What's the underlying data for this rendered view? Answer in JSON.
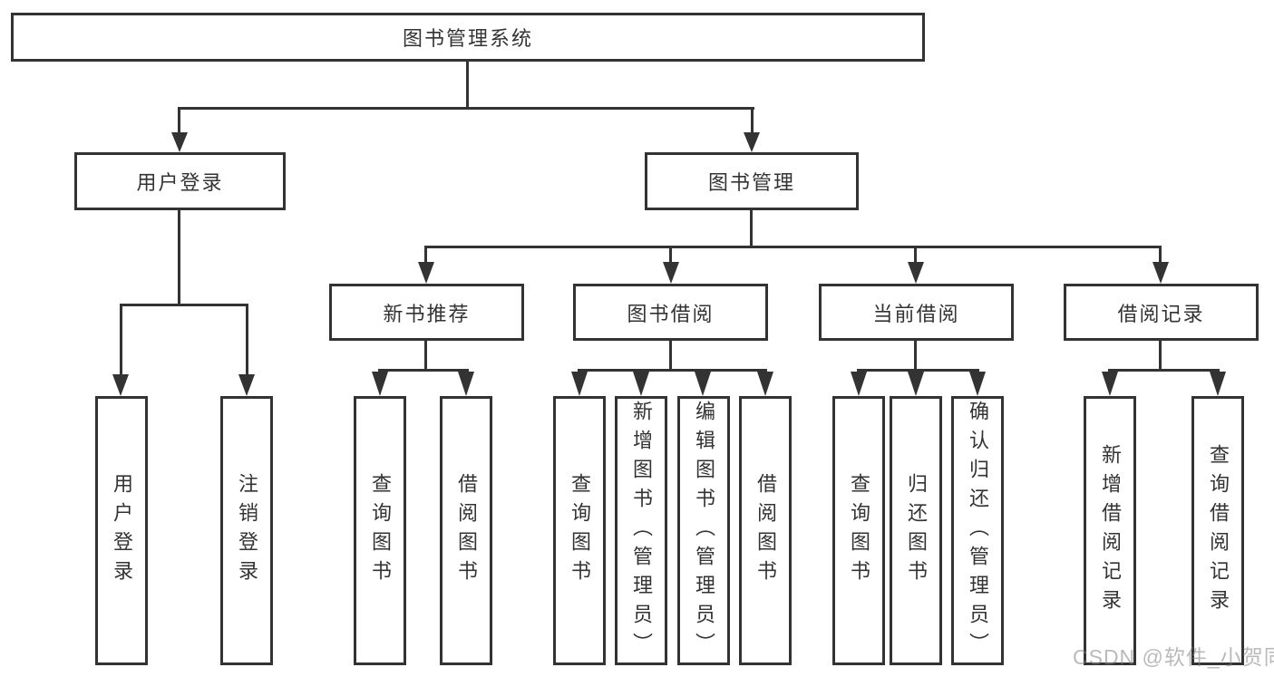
{
  "diagram": {
    "root": {
      "label": "图书管理系统"
    },
    "branches": [
      {
        "label": "用户登录",
        "children": [
          {
            "label": "用户登录"
          },
          {
            "label": "注销登录"
          }
        ]
      },
      {
        "label": "图书管理",
        "sections": [
          {
            "label": "新书推荐",
            "children": [
              {
                "label": "查询图书"
              },
              {
                "label": "借阅图书"
              }
            ]
          },
          {
            "label": "图书借阅",
            "children": [
              {
                "label": "查询图书"
              },
              {
                "label": "新增图书（管理员）"
              },
              {
                "label": "编辑图书（管理员）"
              },
              {
                "label": "借阅图书"
              }
            ]
          },
          {
            "label": "当前借阅",
            "children": [
              {
                "label": "查询图书"
              },
              {
                "label": "归还图书"
              },
              {
                "label": "确认归还（管理员）"
              }
            ]
          },
          {
            "label": "借阅记录",
            "children": [
              {
                "label": "新增借阅记录"
              },
              {
                "label": "查询借阅记录"
              }
            ]
          }
        ]
      }
    ]
  },
  "watermark": {
    "text": "CSDN @软件_小贺同学"
  },
  "colors": {
    "line": "#333333",
    "text": "#333333",
    "background": "#ffffff",
    "watermark": "#bdbdbd"
  }
}
